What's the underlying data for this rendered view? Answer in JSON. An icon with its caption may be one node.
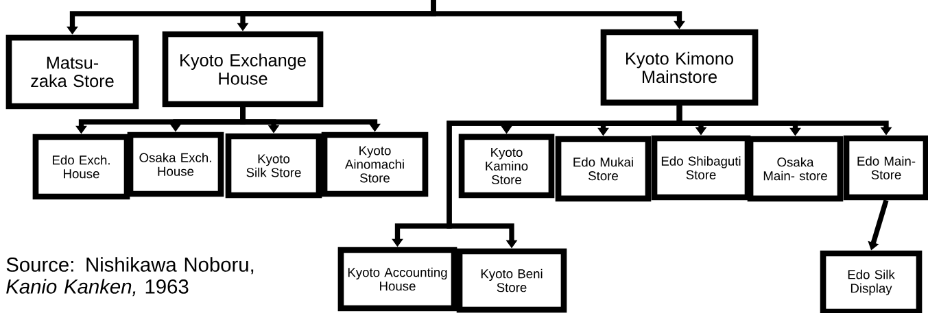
{
  "diagram": {
    "nodes": [
      {
        "text": [
          "Matsu- zaka Store"
        ]
      },
      {
        "text": [
          "Kyoto Exchange House"
        ]
      },
      {
        "text": [
          "Kyoto Kimono Mainstore"
        ]
      },
      {
        "text": [
          "Edo Exch. House"
        ]
      },
      {
        "text": [
          "Osaka Exch. House"
        ]
      },
      {
        "text": [
          "Kyoto Silk Store"
        ]
      },
      {
        "text": [
          "Kyoto Ainomachi Store"
        ]
      },
      {
        "text": [
          "Kyoto Kamino Store"
        ]
      },
      {
        "text": [
          "Edo Mukai Store"
        ]
      },
      {
        "text": [
          "Edo Shibaguti Store"
        ]
      },
      {
        "text": [
          "Osaka Main- store"
        ]
      },
      {
        "text": [
          "Edo Main- Store"
        ]
      },
      {
        "text": [
          "Kyoto Accounting House"
        ]
      },
      {
        "text": [
          "Kyoto Beni Store"
        ]
      },
      {
        "text": [
          "Edo Silk Display"
        ]
      }
    ],
    "edges": [
      {
        "from": null,
        "to": 0,
        "arrow": "to"
      },
      {
        "from": null,
        "to": 1,
        "arrow": "to"
      },
      {
        "from": null,
        "to": 2,
        "arrow": "to"
      },
      {
        "from": 1,
        "to": 3,
        "arrow": "to"
      },
      {
        "from": 1,
        "to": 4,
        "arrow": "to"
      },
      {
        "from": 1,
        "to": 5,
        "arrow": "to"
      },
      {
        "from": 1,
        "to": 6,
        "arrow": "to"
      },
      {
        "from": 2,
        "to": 7,
        "arrow": "to"
      },
      {
        "from": 2,
        "to": 8,
        "arrow": "to"
      },
      {
        "from": 2,
        "to": 9,
        "arrow": "to"
      },
      {
        "from": 2,
        "to": 10,
        "arrow": "to"
      },
      {
        "from": 2,
        "to": 11,
        "arrow": "to"
      },
      {
        "from": 2,
        "to": 12,
        "arrow": "to"
      },
      {
        "from": 2,
        "to": 13,
        "arrow": "to"
      },
      {
        "from": 11,
        "to": 14,
        "arrow": "to"
      }
    ],
    "labels": [
      "Source: Nishikawa Noboru, *Kanio Kanken,* 1963"
    ]
  }
}
